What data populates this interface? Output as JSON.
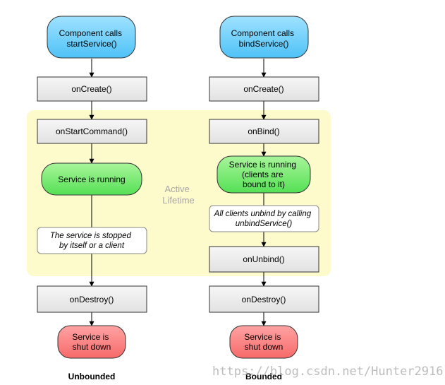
{
  "diagram": {
    "region_label": [
      "Active",
      "Lifetime"
    ],
    "left": {
      "start": [
        "Component calls",
        "startService()"
      ],
      "on_create": "onCreate()",
      "on_start_command": "onStartCommand()",
      "running": [
        "Service is running"
      ],
      "note": [
        "The service is stopped",
        "by itself or a client"
      ],
      "on_destroy": "onDestroy()",
      "end": [
        "Service is",
        "shut down"
      ],
      "caption": "Unbounded"
    },
    "right": {
      "start": [
        "Component calls",
        "bindService()"
      ],
      "on_create": "onCreate()",
      "on_bind": "onBind()",
      "running": [
        "Service is running",
        "(clients are",
        "bound to it)"
      ],
      "note": [
        "All clients unbind by calling",
        "unbindService()"
      ],
      "on_unbind": "onUnbind()",
      "on_destroy": "onDestroy()",
      "end": [
        "Service is",
        "shut down"
      ],
      "caption": "Bounded"
    }
  },
  "watermark": "https://blog.csdn.net/Hunter2916",
  "colors": {
    "start_node": "#66ccff",
    "running_node": "#66ee66",
    "end_node": "#ff7777",
    "step_box": "#ececec",
    "active_region": "#fdfacc"
  }
}
